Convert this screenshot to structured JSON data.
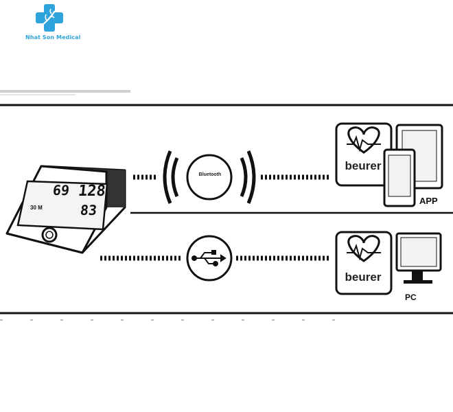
{
  "logo": {
    "icon": "medical-cross-icon",
    "text": "Nhat Son Medical",
    "color": "#2fa3dc"
  },
  "device": {
    "systolic": "128",
    "diastolic": "83",
    "pulse": "69",
    "memory": "30 M"
  },
  "bluetooth": {
    "label": "Bluetooth"
  },
  "app_tile": {
    "brand": "beurer",
    "label": "APP"
  },
  "pc_tile": {
    "brand": "beurer",
    "label": "PC"
  },
  "usb": {
    "icon": "usb-icon"
  }
}
